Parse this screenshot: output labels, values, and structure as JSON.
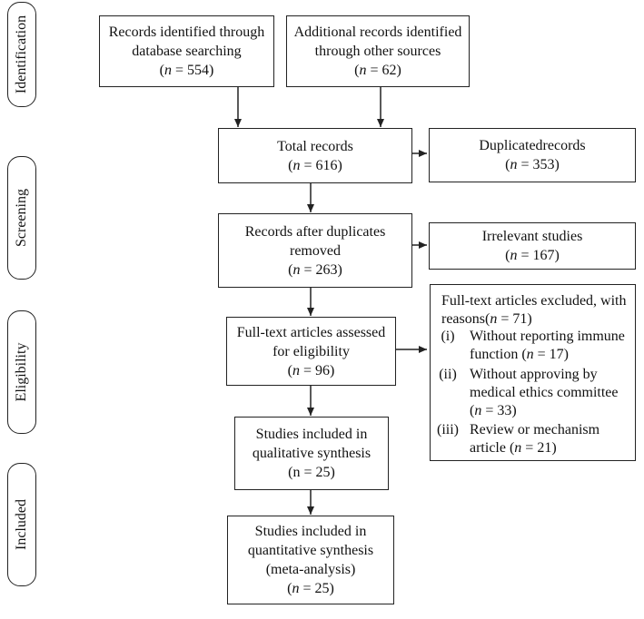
{
  "stages": {
    "identification": "Identification",
    "screening": "Screening",
    "eligibility": "Eligibility",
    "included": "Included"
  },
  "boxes": {
    "database": {
      "line1": "Records identified through",
      "line2": "database searching",
      "n_label": "n",
      "n_value": "= 554"
    },
    "other_sources": {
      "line1": "Additional records identified",
      "line2": "through other sources",
      "n_label": "n",
      "n_value": "= 62"
    },
    "total": {
      "line1": "Total records",
      "n_label": "n",
      "n_value": "= 616"
    },
    "duplicated": {
      "line1": "Duplicatedrecords",
      "n_label": "n",
      "n_value": "= 353"
    },
    "after_duplicates": {
      "line1": "Records after duplicates",
      "line2": "removed",
      "n_label": "n",
      "n_value": "= 263"
    },
    "irrelevant": {
      "line1": "Irrelevant studies",
      "n_label": "n",
      "n_value": "= 167"
    },
    "fulltext": {
      "line1": "Full-text articles assessed",
      "line2": "for eligibility",
      "n_label": "n",
      "n_value": "= 96"
    },
    "excluded": {
      "head1": "Full-text articles excluded, with",
      "head2_prefix": "reasons(",
      "head2_n": "n",
      "head2_value": " = 71)",
      "items": [
        {
          "num": "(i)",
          "line1": "Without reporting immune",
          "line2": "function (",
          "n": "n",
          "value": " = 17)"
        },
        {
          "num": "(ii)",
          "line1": "Without approving by",
          "line2": "medical ethics committee",
          "line3_prefix": "(",
          "n": "n",
          "value": " = 33)"
        },
        {
          "num": "(iii)",
          "line1": "Review or mechanism",
          "line2": "article (",
          "n": "n",
          "value": " = 21)"
        }
      ]
    },
    "qualitative": {
      "line1": "Studies included in",
      "line2": "qualitative synthesis",
      "n_text": "(n = 25)"
    },
    "quantitative": {
      "line1": "Studies included in",
      "line2": "quantitative synthesis",
      "line3": "(meta-analysis)",
      "n_label": "n",
      "n_value": "= 25"
    }
  }
}
